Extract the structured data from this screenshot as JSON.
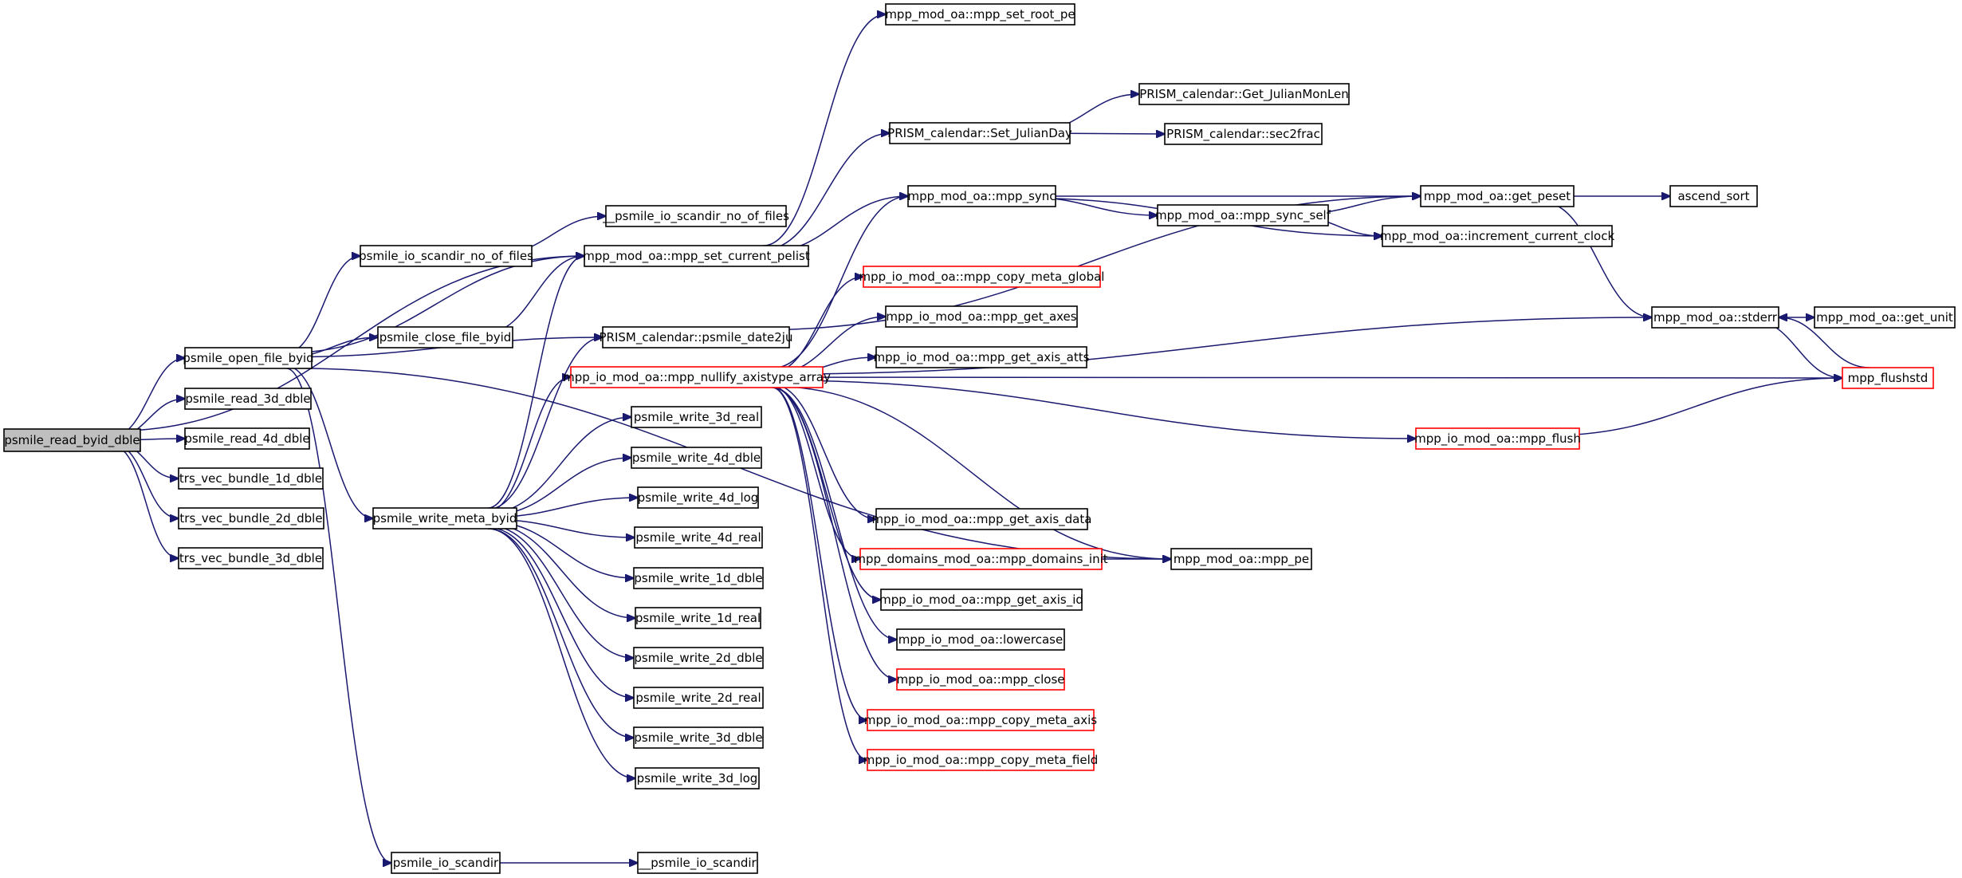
{
  "diagram": {
    "nodes": [
      {
        "id": "root",
        "label": "psmile_read_byid_dble",
        "style": "root"
      },
      {
        "id": "open",
        "label": "psmile_open_file_byid",
        "style": "normal"
      },
      {
        "id": "read3d",
        "label": "psmile_read_3d_dble",
        "style": "normal"
      },
      {
        "id": "read4d",
        "label": "psmile_read_4d_dble",
        "style": "normal"
      },
      {
        "id": "trs1",
        "label": "trs_vec_bundle_1d_dble",
        "style": "normal"
      },
      {
        "id": "trs2",
        "label": "trs_vec_bundle_2d_dble",
        "style": "normal"
      },
      {
        "id": "trs3",
        "label": "trs_vec_bundle_3d_dble",
        "style": "normal"
      },
      {
        "id": "scanno",
        "label": "psmile_io_scandir_no_of_files",
        "style": "normal"
      },
      {
        "id": "close",
        "label": "psmile_close_file_byid",
        "style": "normal"
      },
      {
        "id": "wmeta",
        "label": "psmile_write_meta_byid",
        "style": "normal"
      },
      {
        "id": "scan",
        "label": "psmile_io_scandir",
        "style": "normal"
      },
      {
        "id": "uscanno",
        "label": "__psmile_io_scandir_no_of_files",
        "style": "normal"
      },
      {
        "id": "setpelist",
        "label": "mpp_mod_oa::mpp_set_current_pelist",
        "style": "normal"
      },
      {
        "id": "date2ju",
        "label": "PRISM_calendar::psmile_date2ju",
        "style": "normal"
      },
      {
        "id": "nullify",
        "label": "mpp_io_mod_oa::mpp_nullify_axistype_array",
        "style": "red"
      },
      {
        "id": "w3dr",
        "label": "psmile_write_3d_real",
        "style": "normal"
      },
      {
        "id": "w4dd",
        "label": "psmile_write_4d_dble",
        "style": "normal"
      },
      {
        "id": "w4dl",
        "label": "psmile_write_4d_log",
        "style": "normal"
      },
      {
        "id": "w4dr",
        "label": "psmile_write_4d_real",
        "style": "normal"
      },
      {
        "id": "w1dd",
        "label": "psmile_write_1d_dble",
        "style": "normal"
      },
      {
        "id": "w1dr",
        "label": "psmile_write_1d_real",
        "style": "normal"
      },
      {
        "id": "w2dd",
        "label": "psmile_write_2d_dble",
        "style": "normal"
      },
      {
        "id": "w2dr",
        "label": "psmile_write_2d_real",
        "style": "normal"
      },
      {
        "id": "w3dd",
        "label": "psmile_write_3d_dble",
        "style": "normal"
      },
      {
        "id": "w3dl",
        "label": "psmile_write_3d_log",
        "style": "normal"
      },
      {
        "id": "uscan",
        "label": "__psmile_io_scandir",
        "style": "normal"
      },
      {
        "id": "setroot",
        "label": "mpp_mod_oa::mpp_set_root_pe",
        "style": "normal"
      },
      {
        "id": "setjul",
        "label": "PRISM_calendar::Set_JulianDay",
        "style": "normal"
      },
      {
        "id": "getjml",
        "label": "PRISM_calendar::Get_JulianMonLen",
        "style": "normal"
      },
      {
        "id": "sec2frac",
        "label": "PRISM_calendar::sec2frac",
        "style": "normal"
      },
      {
        "id": "sync",
        "label": "mpp_mod_oa::mpp_sync",
        "style": "normal"
      },
      {
        "id": "syncself",
        "label": "mpp_mod_oa::mpp_sync_self",
        "style": "normal"
      },
      {
        "id": "getpeset",
        "label": "mpp_mod_oa::get_peset",
        "style": "normal"
      },
      {
        "id": "ascsort",
        "label": "ascend_sort",
        "style": "normal"
      },
      {
        "id": "incclock",
        "label": "mpp_mod_oa::increment_current_clock",
        "style": "normal"
      },
      {
        "id": "cpglobal",
        "label": "mpp_io_mod_oa::mpp_copy_meta_global",
        "style": "red"
      },
      {
        "id": "getaxes",
        "label": "mpp_io_mod_oa::mpp_get_axes",
        "style": "normal"
      },
      {
        "id": "getatts",
        "label": "mpp_io_mod_oa::mpp_get_axis_atts",
        "style": "normal"
      },
      {
        "id": "stderr",
        "label": "mpp_mod_oa::stderr",
        "style": "normal"
      },
      {
        "id": "getunit",
        "label": "mpp_mod_oa::get_unit",
        "style": "normal"
      },
      {
        "id": "flushstd",
        "label": "mpp_flushstd",
        "style": "red"
      },
      {
        "id": "mppflush",
        "label": "mpp_io_mod_oa::mpp_flush",
        "style": "red"
      },
      {
        "id": "getaxdata",
        "label": "mpp_io_mod_oa::mpp_get_axis_data",
        "style": "normal"
      },
      {
        "id": "dominit",
        "label": "mpp_domains_mod_oa::mpp_domains_init",
        "style": "red"
      },
      {
        "id": "mpppe",
        "label": "mpp_mod_oa::mpp_pe",
        "style": "normal"
      },
      {
        "id": "getaxid",
        "label": "mpp_io_mod_oa::mpp_get_axis_id",
        "style": "normal"
      },
      {
        "id": "lower",
        "label": "mpp_io_mod_oa::lowercase",
        "style": "normal"
      },
      {
        "id": "mppclose",
        "label": "mpp_io_mod_oa::mpp_close",
        "style": "red"
      },
      {
        "id": "cpaxis",
        "label": "mpp_io_mod_oa::mpp_copy_meta_axis",
        "style": "red"
      },
      {
        "id": "cpfield",
        "label": "mpp_io_mod_oa::mpp_copy_meta_field",
        "style": "red"
      }
    ],
    "edges": [
      [
        "root",
        "open"
      ],
      [
        "root",
        "read3d"
      ],
      [
        "root",
        "read4d"
      ],
      [
        "root",
        "trs1"
      ],
      [
        "root",
        "trs2"
      ],
      [
        "root",
        "trs3"
      ],
      [
        "root",
        "setpelist"
      ],
      [
        "open",
        "scanno"
      ],
      [
        "open",
        "close"
      ],
      [
        "open",
        "setpelist"
      ],
      [
        "open",
        "date2ju"
      ],
      [
        "open",
        "wmeta"
      ],
      [
        "open",
        "scan"
      ],
      [
        "open",
        "mpppe"
      ],
      [
        "scanno",
        "uscanno"
      ],
      [
        "close",
        "setpelist"
      ],
      [
        "wmeta",
        "setpelist"
      ],
      [
        "wmeta",
        "date2ju"
      ],
      [
        "wmeta",
        "nullify"
      ],
      [
        "wmeta",
        "w3dr"
      ],
      [
        "wmeta",
        "w4dd"
      ],
      [
        "wmeta",
        "w4dl"
      ],
      [
        "wmeta",
        "w4dr"
      ],
      [
        "wmeta",
        "w1dd"
      ],
      [
        "wmeta",
        "w1dr"
      ],
      [
        "wmeta",
        "w2dd"
      ],
      [
        "wmeta",
        "w2dr"
      ],
      [
        "wmeta",
        "w3dd"
      ],
      [
        "wmeta",
        "w3dl"
      ],
      [
        "scan",
        "uscan"
      ],
      [
        "setpelist",
        "setroot"
      ],
      [
        "setpelist",
        "setjul"
      ],
      [
        "setpelist",
        "sync"
      ],
      [
        "date2ju",
        "getpeset"
      ],
      [
        "setjul",
        "getjml"
      ],
      [
        "setjul",
        "sec2frac"
      ],
      [
        "sync",
        "getpeset"
      ],
      [
        "sync",
        "syncself"
      ],
      [
        "sync",
        "incclock"
      ],
      [
        "syncself",
        "getpeset"
      ],
      [
        "syncself",
        "incclock"
      ],
      [
        "getpeset",
        "ascsort"
      ],
      [
        "getpeset",
        "stderr"
      ],
      [
        "nullify",
        "cpglobal"
      ],
      [
        "nullify",
        "getaxes"
      ],
      [
        "nullify",
        "getatts"
      ],
      [
        "nullify",
        "stderr"
      ],
      [
        "nullify",
        "flushstd"
      ],
      [
        "nullify",
        "mppflush"
      ],
      [
        "nullify",
        "getaxdata"
      ],
      [
        "nullify",
        "dominit"
      ],
      [
        "nullify",
        "mpppe"
      ],
      [
        "nullify",
        "getaxid"
      ],
      [
        "nullify",
        "lower"
      ],
      [
        "nullify",
        "mppclose"
      ],
      [
        "nullify",
        "cpaxis"
      ],
      [
        "nullify",
        "cpfield"
      ],
      [
        "nullify",
        "sync"
      ],
      [
        "stderr",
        "getunit"
      ],
      [
        "stderr",
        "flushstd"
      ],
      [
        "flushstd",
        "stderr"
      ],
      [
        "mppflush",
        "flushstd"
      ],
      [
        "dominit",
        "mpppe"
      ]
    ]
  }
}
